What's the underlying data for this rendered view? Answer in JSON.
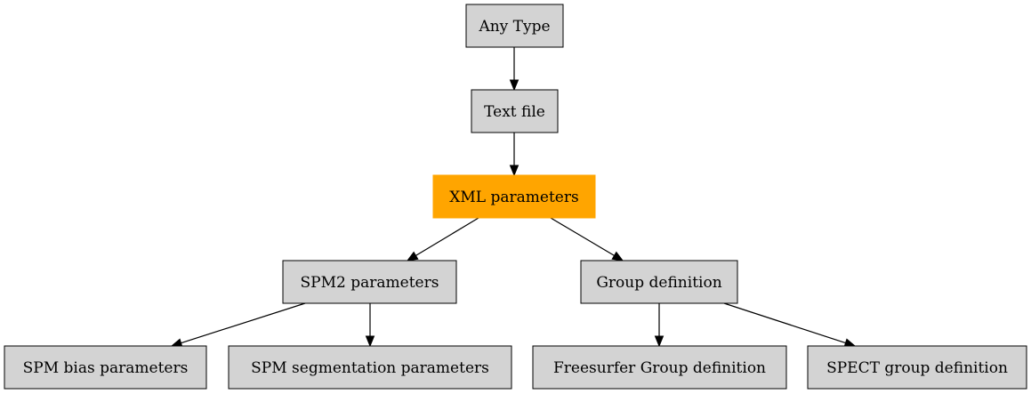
{
  "diagram": {
    "type": "directed-graph",
    "colors": {
      "default_fill": "#d3d3d3",
      "highlight_fill": "#ffa500",
      "stroke": "#000000"
    },
    "nodes": [
      {
        "id": "any-type",
        "label": "Any Type",
        "highlight": false
      },
      {
        "id": "text-file",
        "label": "Text file",
        "highlight": false
      },
      {
        "id": "xml-parameters",
        "label": "XML parameters",
        "highlight": true
      },
      {
        "id": "spm2-parameters",
        "label": "SPM2 parameters",
        "highlight": false
      },
      {
        "id": "group-definition",
        "label": "Group definition",
        "highlight": false
      },
      {
        "id": "spm-bias-parameters",
        "label": "SPM bias parameters",
        "highlight": false
      },
      {
        "id": "spm-segmentation-parameters",
        "label": "SPM segmentation parameters",
        "highlight": false
      },
      {
        "id": "freesurfer-group-definition",
        "label": "Freesurfer Group definition",
        "highlight": false
      },
      {
        "id": "spect-group-definition",
        "label": "SPECT group definition",
        "highlight": false
      }
    ],
    "edges": [
      {
        "from": "any-type",
        "to": "text-file"
      },
      {
        "from": "text-file",
        "to": "xml-parameters"
      },
      {
        "from": "xml-parameters",
        "to": "spm2-parameters"
      },
      {
        "from": "xml-parameters",
        "to": "group-definition"
      },
      {
        "from": "spm2-parameters",
        "to": "spm-bias-parameters"
      },
      {
        "from": "spm2-parameters",
        "to": "spm-segmentation-parameters"
      },
      {
        "from": "group-definition",
        "to": "freesurfer-group-definition"
      },
      {
        "from": "group-definition",
        "to": "spect-group-definition"
      }
    ]
  }
}
